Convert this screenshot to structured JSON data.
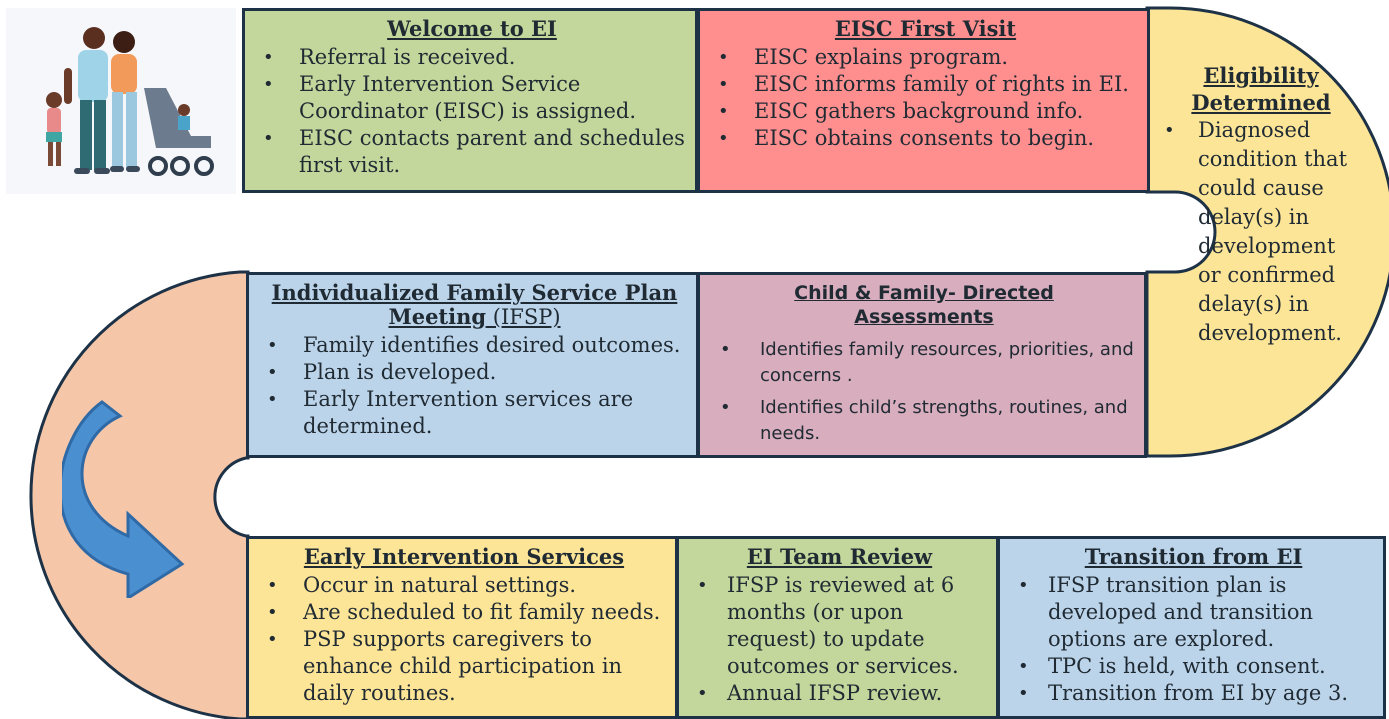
{
  "steps": {
    "welcome": {
      "title": "Welcome to EI",
      "items": [
        "Referral is received.",
        "Early Intervention Service Coordinator (EISC) is assigned.",
        "EISC contacts parent and schedules first visit."
      ]
    },
    "first_visit": {
      "title": "EISC First Visit",
      "items": [
        "EISC explains program.",
        "EISC informs family of rights in EI.",
        "EISC gathers background info.",
        "EISC obtains consents to begin."
      ]
    },
    "eligibility": {
      "title_line1": "Eligibility",
      "title_line2": "Determined",
      "items": [
        "Diagnosed condition that could cause delay(s) in development or confirmed delay(s) in development."
      ]
    },
    "assessments": {
      "title_line1": "Child & Family- Directed",
      "title_line2": "Assessments",
      "items": [
        "Identifies family resources, priorities, and concerns .",
        "Identifies child’s strengths, routines, and needs."
      ]
    },
    "ifsp": {
      "title_line1": "Individualized Family Service Plan",
      "title_line2": "Meeting",
      "title_suffix": " (IFSP)",
      "items": [
        "Family identifies desired outcomes.",
        "Plan is developed.",
        "Early Intervention services are determined."
      ]
    },
    "services": {
      "title": "Early Intervention Services",
      "items": [
        "Occur in natural settings.",
        "Are scheduled to fit family needs.",
        "PSP supports caregivers to enhance child participation in daily routines."
      ]
    },
    "team_review": {
      "title": "EI Team Review",
      "items": [
        "IFSP is reviewed at 6 months (or upon request) to update outcomes or services.",
        "Annual IFSP review."
      ]
    },
    "transition": {
      "title": "Transition from EI",
      "items": [
        "IFSP transition plan is developed and transition options are explored.",
        "TPC is held, with consent.",
        "Transition from EI by age 3."
      ]
    }
  },
  "colors": {
    "green": "#c3d69b",
    "red": "#ff8f8f",
    "yellow": "#fde597",
    "blue": "#bcd4ea",
    "mauve": "#d8adbd",
    "peach": "#f6c6a8",
    "border": "#1d3246",
    "arrow": "#4a8fd0"
  },
  "icons": {
    "family": "family-with-stroller-illustration",
    "arrow": "curved-down-right-arrow-icon"
  }
}
